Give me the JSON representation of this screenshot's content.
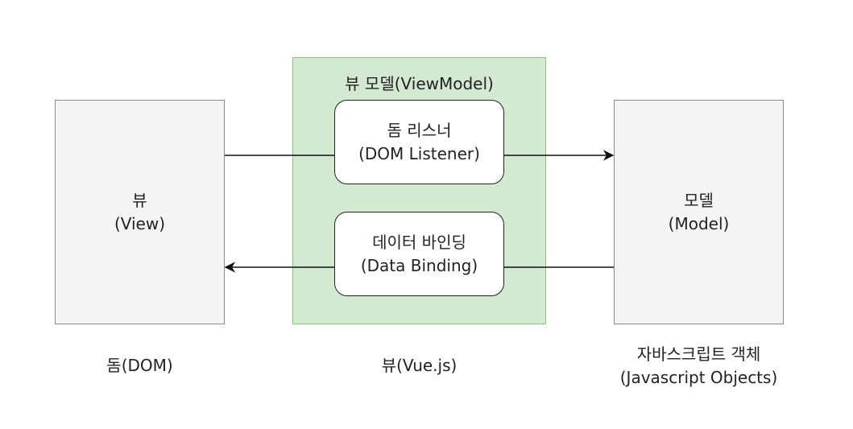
{
  "view": {
    "line1": "뷰",
    "line2": "(View)"
  },
  "viewmodel": {
    "title": "뷰 모델(ViewModel)",
    "listener": {
      "line1": "돔 리스너",
      "line2": "(DOM Listener)"
    },
    "binding": {
      "line1": "데이터 바인딩",
      "line2": "(Data Binding)"
    }
  },
  "model": {
    "line1": "모델",
    "line2": "(Model)"
  },
  "captions": {
    "dom": "돔(DOM)",
    "vue": "뷰(Vue.js)",
    "js_line1": "자바스크립트 객체",
    "js_line2": "(Javascript Objects)"
  },
  "colors": {
    "side_fill": "#f4f4f4",
    "side_border": "#8c8c8c",
    "viewmodel_fill": "#d4e9d1",
    "viewmodel_border": "#89c37c",
    "connector": "#111111"
  }
}
